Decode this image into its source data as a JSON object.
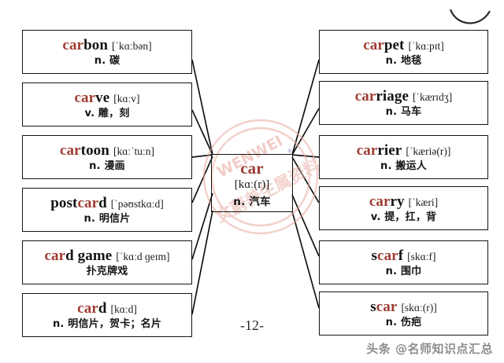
{
  "page": {
    "page_number": "-12-",
    "site_watermark": "头条 @名师知识点汇总",
    "stamp_text_en": "WENWEI",
    "stamp_text_cn": "文蔚养生属资料",
    "accent_color": "#9e3c32",
    "text_color": "#141414",
    "background": "#ffffff"
  },
  "center": {
    "word_prefix": "car",
    "word_suffix": "",
    "phonetic": "[kɑː(r)]",
    "meaning": "n. 汽车"
  },
  "left_column": [
    {
      "prefix": "car",
      "suffix": "bon",
      "phonetic": "[ˈkɑːbən]",
      "meaning": "n. 碳"
    },
    {
      "prefix": "car",
      "suffix": "ve",
      "phonetic": "[kɑːv]",
      "meaning": "v. 雕，刻"
    },
    {
      "prefix": "car",
      "suffix": "toon",
      "phonetic": "[kɑːˈtuːn]",
      "meaning": "n. 漫画"
    },
    {
      "prefix_pre": "post",
      "prefix": "car",
      "suffix": "d",
      "phonetic": "[ˈpəʊstkɑːd]",
      "meaning": "n. 明信片"
    },
    {
      "prefix": "car",
      "suffix": "d game",
      "phonetic": "[ˈkɑːd ɡeɪm]",
      "meaning": "扑克牌戏"
    },
    {
      "prefix": "car",
      "suffix": "d",
      "phonetic": "[kɑːd]",
      "meaning": "n. 明信片，贺卡；名片"
    }
  ],
  "right_column": [
    {
      "prefix": "car",
      "suffix": "pet",
      "phonetic": "[ˈkɑːpɪt]",
      "meaning": "n. 地毯"
    },
    {
      "prefix": "car",
      "suffix": "riage",
      "phonetic": "[ˈkærɪdʒ]",
      "meaning": "n. 马车"
    },
    {
      "prefix": "car",
      "suffix": "rier",
      "phonetic": "[ˈkæriə(r)]",
      "meaning": "n. 搬运人"
    },
    {
      "prefix": "car",
      "suffix": "ry",
      "phonetic": "[ˈkæri]",
      "meaning": "v. 提，扛，背"
    },
    {
      "prefix_pre": "s",
      "prefix": "car",
      "suffix": "f",
      "phonetic": "[skɑːf]",
      "meaning": "n. 围巾"
    },
    {
      "prefix_pre": "s",
      "prefix": "car",
      "suffix": "",
      "phonetic": "[skɑː(r)]",
      "meaning": "n. 伤疤"
    }
  ]
}
